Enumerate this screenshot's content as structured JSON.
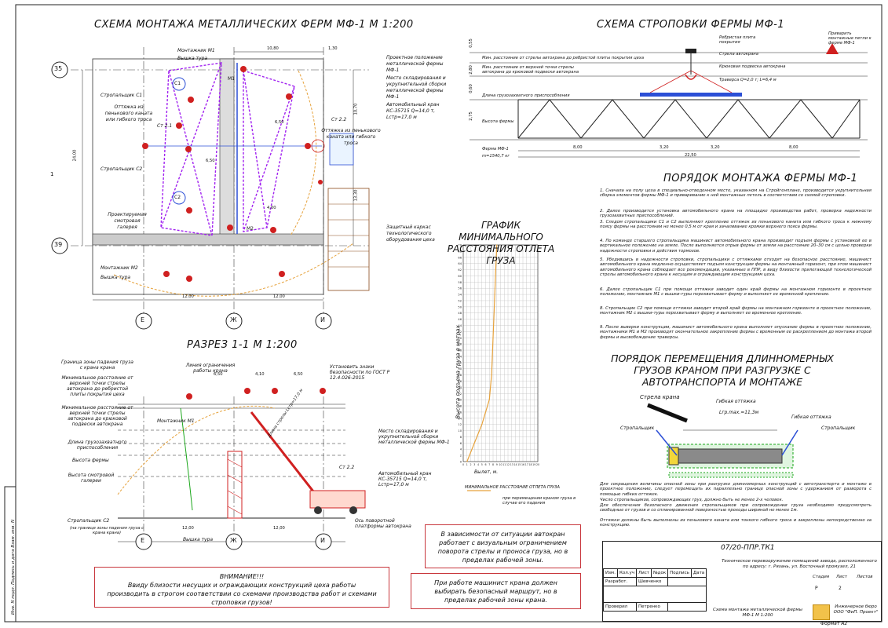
{
  "titles": {
    "main_scheme": "СХЕМА МОНТАЖА МЕТАЛЛИЧЕСКИХ ФЕРМ МФ-1 М 1:200",
    "sling_scheme": "СХЕМА СТРОПОВКИ ФЕРМЫ МФ-1",
    "section": "РАЗРЕЗ 1-1 М 1:200",
    "chart": "ГРАФИК МИНИМАЛЬНОГО РАССТОЯНИЯ ОТЛЕТА ГРУЗА",
    "procedure": "ПОРЯДОК МОНТАЖА ФЕРМЫ МФ-1",
    "long_loads": "ПОРЯДОК ПЕРЕМЕЩЕНИЯ ДЛИННОМЕРНЫХ ГРУЗОВ КРАНОМ ПРИ РАЗГРУЗКЕ С АВТОТРАНСПОРТА И МОНТАЖЕ"
  },
  "plan": {
    "axes": [
      "Е",
      "Ж",
      "И"
    ],
    "rows": [
      "35",
      "39"
    ],
    "section_mark": "1",
    "dims": [
      "12,00",
      "12,00",
      "10,80",
      "1,30",
      "24,00",
      "6,50",
      "6,50",
      "10,70",
      "13,30",
      "4,00"
    ],
    "callouts": {
      "installer_m1": "Монтажник М1",
      "tower": "Вышка тура",
      "slinger_c1": "Стропальщик С1",
      "guy_rope": "Оттяжка из пенькового каната или гибкого троса",
      "st21": "Ст 2.1",
      "slinger_c2": "Стропальщик С2",
      "projected_gallery": "Проектируемая смотровая галерея",
      "installer_m2": "Монтажник М2",
      "tower2": "Вышка тура",
      "design_position": "Проектное положение металлической фермы МФ-1",
      "storage_place": "Место складирования и укрупнительной сборки металлической фермы МФ-1",
      "crane": "Автомобильный кран КС-35715 Q=14,0 т, Lстр=17,0 м",
      "st22": "Ст 2.2",
      "guy_rope2": "Оттяжка из пенькового каната или гибкого троса",
      "frame": "Защитный каркас технологического оборудования цеха",
      "c1": "С1",
      "c2": "С2",
      "m1": "М1",
      "m2": "М2"
    }
  },
  "sling": {
    "labels": {
      "min_dist_slab": "Мин. расстояние от стрелы автокрана до ребристой плиты покрытия цеха",
      "min_dist_hook": "Мин. расстояние от верхней точки стрелы автокрана до крюковой подвески автокрана",
      "gripper_length": "Длина грузозахватного приспособления",
      "truss_height": "Высота фермы",
      "truss": "Ферма МФ-1",
      "mass": "m=1540,7 кг",
      "ribbed_slab": "Ребристая плита покрытия",
      "boom": "Стрела автокрана",
      "hook_block": "Крюковая подвеска автокрана",
      "traverse": "Траверса Q=2,0 т; L=6,4 м",
      "weld_loops": "Приварить монтажные петли к ферме МФ-1"
    },
    "dims": [
      "8,00",
      "3,20",
      "3,20",
      "8,00",
      "22,50",
      "0,55",
      "2,80",
      "0,60",
      "2,75"
    ]
  },
  "procedure_steps": [
    "1. Сначала на полу цеха в специально-отведенном месте, указанном на Стройгенплане, производится укрупнительная сборка элементов фермы МФ-1 и приваривание к ней монтажных петель в соответствии со схемой строповки.",
    "2. Далее производится установка автомобильного крана на площадке производства работ, проверка надежности грузозахватных приспособлений.",
    "3. Следом стропальщики С1 и С2 выполняют крепление оттяжек из пенькового каната или гибкого троса к нижнему поясу фермы на расстоянии не менее 0,5 м от края и зачаливание кромки верхнего пояса фермы.",
    "4. По команде старшего стропальщика машинист автомобильного крана производит подъем фермы с установкой ее в вертикальное положение на земле. После выполняется отрыв фермы от земли на расстояние 20–30 см с целью проверки надежности строповки и действия тормозов.",
    "5. Убедившись в надежности строповки, стропальщики с оттяжками отходят на безопасное расстояние, машинист автомобильного крана медленно осуществляет подъем конструкции фермы на монтажный горизонт, при этом машинист автомобильного крана соблюдает все рекомендации, указанные в ППР, в виду близости прилегающей технологической стрелы автомобильного крана к несущим и ограждающим конструкциям цеха.",
    "6. Далее стропальщик С1 при помощи оттяжки заводит один край фермы на монтажном горизонте в проектное положение, монтажник М1 с вышки-туры перехватывает ферму и выполняет ее временной крепление.",
    "8. Стропальщик С2 при помощи оттяжки заводит второй край фермы на монтажном горизонте в проектное положение, монтажник М2 с вышки-туры перехватывает ферму и выполняет ее временное крепление.",
    "9. После выверки конструкции, машинист автомобильного крана выполняет опускание фермы в проектное положение, монтажники М1 и М2 производят окончательное закрепление фермы с временным ее раскреплением до монтажа второй фермы и высвобождение траверсы."
  ],
  "section": {
    "labels": {
      "danger_zone": "Граница зоны падения груза с крана крана",
      "min_slab": "Минимальное расстояние от верхней точки стрелы автокрана до ребристой плиты покрытия цеха",
      "min_hook": "Минимальное расстояние от верхней точки стрелы автокрана до крюковой подвески автокрана",
      "gripper": "Длина грузозахватного приспособления",
      "truss_height": "Высота фермы",
      "gallery_height": "Высота смотровой галереи",
      "slinger_c2": "Стропальщик С2",
      "slinger_note": "(на границе зоны падения груза с крана крана)",
      "tower": "Вышка тура",
      "installer_m1": "Монтажник М1",
      "limit_line": "Линия ограничения работы крана",
      "signs": "Установить знаки безопасности по ГОСТ Р 12.4.026-2015",
      "storage": "Место складирования и укрупнительной сборки металлической фермы МФ-1",
      "crane": "Автомобильный кран КС-35715 Q=14,0 т, Lстр=17,0 м",
      "st22": "Ст 2.2",
      "platform": "Ось поворотной платформы автокрана",
      "boom_length": "Длина стрелы Lстр=17,0 м"
    },
    "dims": [
      "6,50",
      "4,10",
      "6,50",
      "12,00",
      "12,00"
    ],
    "axes": [
      "Е",
      "Ж",
      "И"
    ]
  },
  "chart_data": {
    "type": "line",
    "title": "ГРАФИК МИНИМАЛЬНОГО РАССТОЯНИЯ ОТЛЕТА ГРУЗА",
    "xlabel": "Вылет, м.",
    "ylabel": "Высота подъема груза в метрах",
    "xlim": [
      0,
      20
    ],
    "ylim": [
      0,
      70
    ],
    "x_ticks": [
      0,
      1,
      2,
      3,
      4,
      5,
      6,
      7,
      8,
      9,
      10,
      11,
      12,
      13,
      14,
      15,
      16,
      17,
      18,
      19,
      20
    ],
    "y_ticks": [
      0,
      2,
      4,
      6,
      8,
      10,
      12,
      14,
      16,
      18,
      20,
      22,
      24,
      26,
      28,
      30,
      32,
      34,
      36,
      38,
      40,
      42,
      44,
      46,
      48,
      50,
      52,
      54,
      56,
      58,
      60,
      62,
      64,
      66,
      68,
      70
    ],
    "grid": true,
    "series": [
      {
        "name": "МИНИМАЛЬНОЕ РАССТОЯНИЕ ОТЛЕТА ГРУЗА",
        "x": [
          1,
          3,
          5,
          6,
          7,
          7.6,
          8,
          8.4,
          8.7,
          9
        ],
        "y": [
          0,
          6,
          12,
          16,
          20,
          28,
          40,
          52,
          62,
          70
        ]
      }
    ],
    "legend_title": "МИНИМАЛЬНОЕ РАССТОЯНИЕ ОТЛЕТА ГРУЗА",
    "legend_entry": "при перемещении краном груза в случае его падения"
  },
  "long_loads": {
    "labels": {
      "boom": "Стрела крана",
      "flex_guy": "Гибкая оттяжка",
      "lgr": "Lгр.max.=11,3м",
      "flex_guy2": "Гибкая оттяжка",
      "slinger_left": "Стропальщик",
      "slinger_right": "Стропальщик"
    },
    "notes": [
      "Для сокращения величины опасной зоны при разгрузке длинномерных конструкций с автотранспорта и монтаже в проектное положение, следует перемещать их параллельно границе опасной зоны с удержанием от разворота с помощью гибких оттяжек.",
      "Число стропальщиков, сопровождающих груз, должно быть не менее 2-х человек.",
      "Для обеспечения безопасного движения стропальщиков при сопровождении груза необходимо предусмотреть свободные от грузов и со спланированной поверхностью проходы шириной не менее 1м.",
      "Оттяжки должны быть выполнены из пенькового каната или тонкого гибкого троса и закреплены непосредственно за конструкцию."
    ]
  },
  "notes": {
    "crane_visual": "В зависимости от ситуации автокран работает с визуальным ограничением поворота стрелы и проноса груза, но в пределах рабочей зоны.",
    "crane_route": "При работе машинист крана должен выбирать безопасный маршрут, но в пределах рабочей зоны крана.",
    "attention_title": "ВНИМАНИЕ!!!",
    "attention_text": "Ввиду близости несущих и ограждающих конструкций цеха работы производить в строгом соответствии со схемами производства работ и схемами строповки грузов!"
  },
  "title_block": {
    "code": "07/20-ППР.ТК1",
    "project": "Техническое перевооружение помещений завода, расположенного по адресу: г. Рязань, ул. Восточный промузел, 21",
    "headers": [
      "Изм.",
      "Кол.уч",
      "Лист",
      "№док",
      "Подпись",
      "Дата"
    ],
    "developed_label": "Разработ.",
    "developed_name": "Шевченко",
    "checked_label": "Проверил",
    "checked_name": "Петренко",
    "stage_label": "Стадия",
    "sheet_label": "Лист",
    "sheets_label": "Листов",
    "stage": "Р",
    "sheet": "2",
    "drawing_name": "Схема монтажа металлической фермы МФ-1 М 1:200",
    "company": "Инженерное бюро ООО \"ФиП. Проект\"",
    "format": "Формат А2",
    "side_stamp": "Инв. N подл. Подпись и дата Взам. инв. N"
  },
  "colors": {
    "purple": "#a020f0",
    "blue": "#2c4fd6",
    "orange": "#e6a23c",
    "red": "#d02020",
    "green": "#1aa61a",
    "box_border": "#c8363c"
  }
}
